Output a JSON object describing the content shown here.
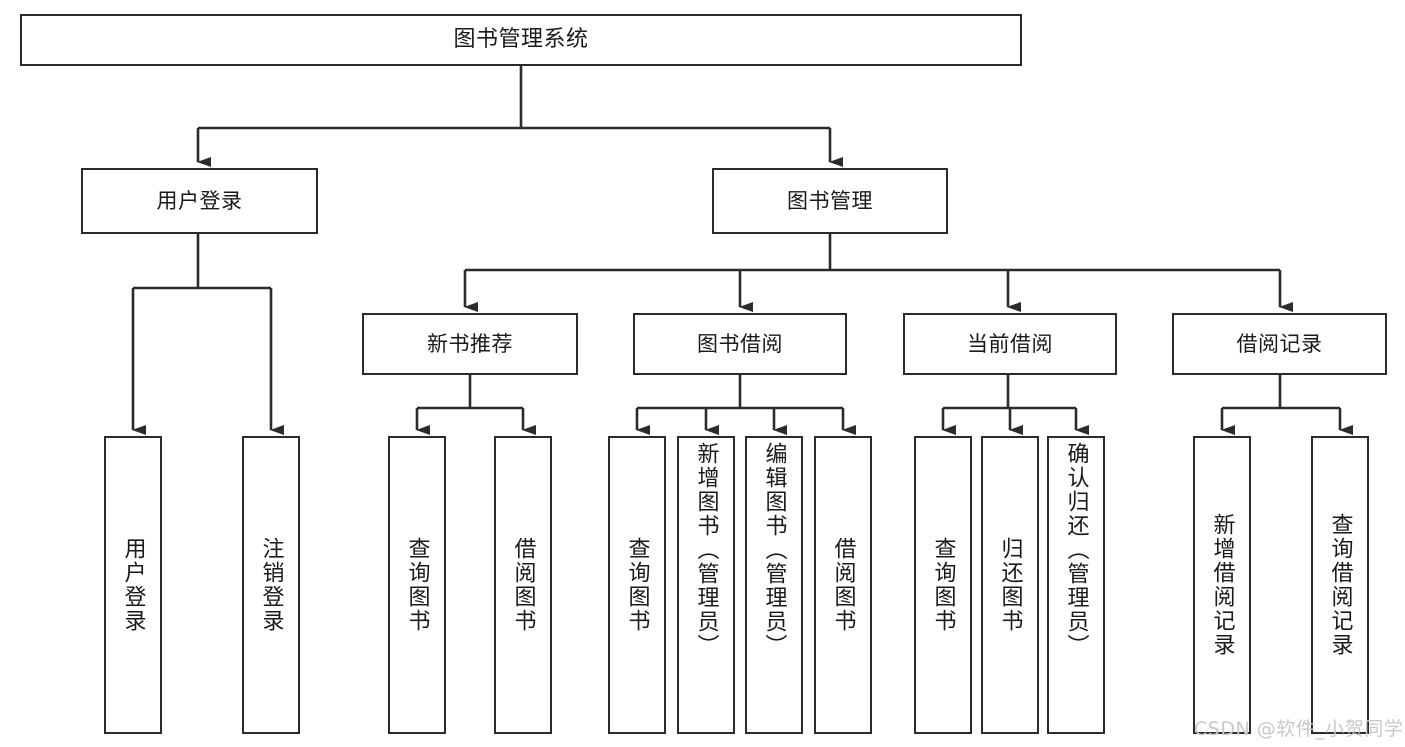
{
  "diagram": {
    "type": "tree-hierarchy",
    "title": "图书管理系统",
    "orientation": "top-down",
    "nodes": {
      "root": {
        "label": "图书管理系统",
        "level": 0
      },
      "l1": [
        {
          "id": "user-login",
          "label": "用户登录",
          "level": 1
        },
        {
          "id": "book-manage",
          "label": "图书管理",
          "level": 1
        }
      ],
      "l2": [
        {
          "id": "new-book-rec",
          "label": "新书推荐",
          "level": 2,
          "parent": "book-manage"
        },
        {
          "id": "book-borrow",
          "label": "图书借阅",
          "level": 2,
          "parent": "book-manage"
        },
        {
          "id": "current-borrow",
          "label": "当前借阅",
          "level": 2,
          "parent": "book-manage"
        },
        {
          "id": "borrow-record",
          "label": "借阅记录",
          "level": 2,
          "parent": "book-manage"
        }
      ],
      "leaves": [
        {
          "id": "leaf-user-login",
          "label": "用户登录",
          "parent": "user-login"
        },
        {
          "id": "leaf-logout",
          "label": "注销登录",
          "parent": "user-login"
        },
        {
          "id": "leaf-query-book-1",
          "label": "查询图书",
          "parent": "new-book-rec"
        },
        {
          "id": "leaf-borrow-book-1",
          "label": "借阅图书",
          "parent": "new-book-rec"
        },
        {
          "id": "leaf-query-book-2",
          "label": "查询图书",
          "parent": "book-borrow"
        },
        {
          "id": "leaf-add-book",
          "label": "新增图书（管理员）",
          "parent": "book-borrow"
        },
        {
          "id": "leaf-edit-book",
          "label": "编辑图书（管理员）",
          "parent": "book-borrow"
        },
        {
          "id": "leaf-borrow-book-2",
          "label": "借阅图书",
          "parent": "book-borrow"
        },
        {
          "id": "leaf-query-book-3",
          "label": "查询图书",
          "parent": "current-borrow"
        },
        {
          "id": "leaf-return-book",
          "label": "归还图书",
          "parent": "current-borrow"
        },
        {
          "id": "leaf-confirm-return",
          "label": "确认归还（管理员）",
          "parent": "current-borrow"
        },
        {
          "id": "leaf-add-record",
          "label": "新增借阅记录",
          "parent": "borrow-record"
        },
        {
          "id": "leaf-query-record",
          "label": "查询借阅记录",
          "parent": "borrow-record"
        }
      ]
    },
    "colors": {
      "stroke": "#2b2b2b",
      "fill": "#ffffff",
      "text": "#1a1a1a",
      "watermark": "#c9c9c9"
    }
  },
  "watermark": {
    "text": "CSDN @软件_小贺同学"
  }
}
